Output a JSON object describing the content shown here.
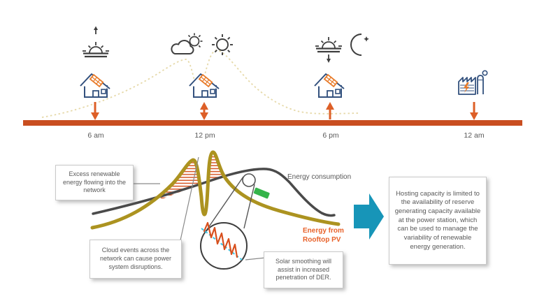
{
  "timeline": {
    "times": [
      "6 am",
      "12 pm",
      "6 pm",
      "12 am"
    ]
  },
  "curve_labels": {
    "consumption": "Energy consumption",
    "pv": "Energy from Rooftop PV"
  },
  "callouts": {
    "excess_renewable": "Excess renewable energy flowing into the network",
    "cloud_events": "Cloud events across the network can cause power system disruptions.",
    "solar_smoothing": "Solar smoothing will assist in increased penetration of DER.",
    "hosting_capacity": "Hosting capacity is limited to the availability of reserve generating capacity available at the power station, which can be used to manage the variability of renewable energy generation."
  },
  "icons": [
    "arrow-up-icon",
    "sunrise-icon",
    "cloud-sun-icon",
    "sun-icon",
    "sunset-icon",
    "moon-icon",
    "house-solar-icon",
    "factory-icon",
    "down-arrow-icon",
    "double-arrow-icon",
    "up-arrow-icon",
    "magnifier-icon",
    "process-arrow-right-icon",
    "green-marker-icon"
  ],
  "colors": {
    "timeline_orange": "#c94e20",
    "arrow_orange": "#dd5f27",
    "pv_curve_olive": "#ac9320",
    "consumption_curve_gray": "#4a4a4a",
    "hatch_orange": "#d75523",
    "forecast_dashed_beige": "#e6d9a9",
    "house_blue": "#33517e",
    "solar_panel_orange": "#e87a28",
    "icon_gray": "#3f3f3f",
    "green_marker": "#35b44a",
    "cyan_dashed": "#3ec8e8",
    "process_arrow_blue": "#1795b8",
    "pv_label_orange": "#e8622a",
    "text_gray": "#595959"
  }
}
